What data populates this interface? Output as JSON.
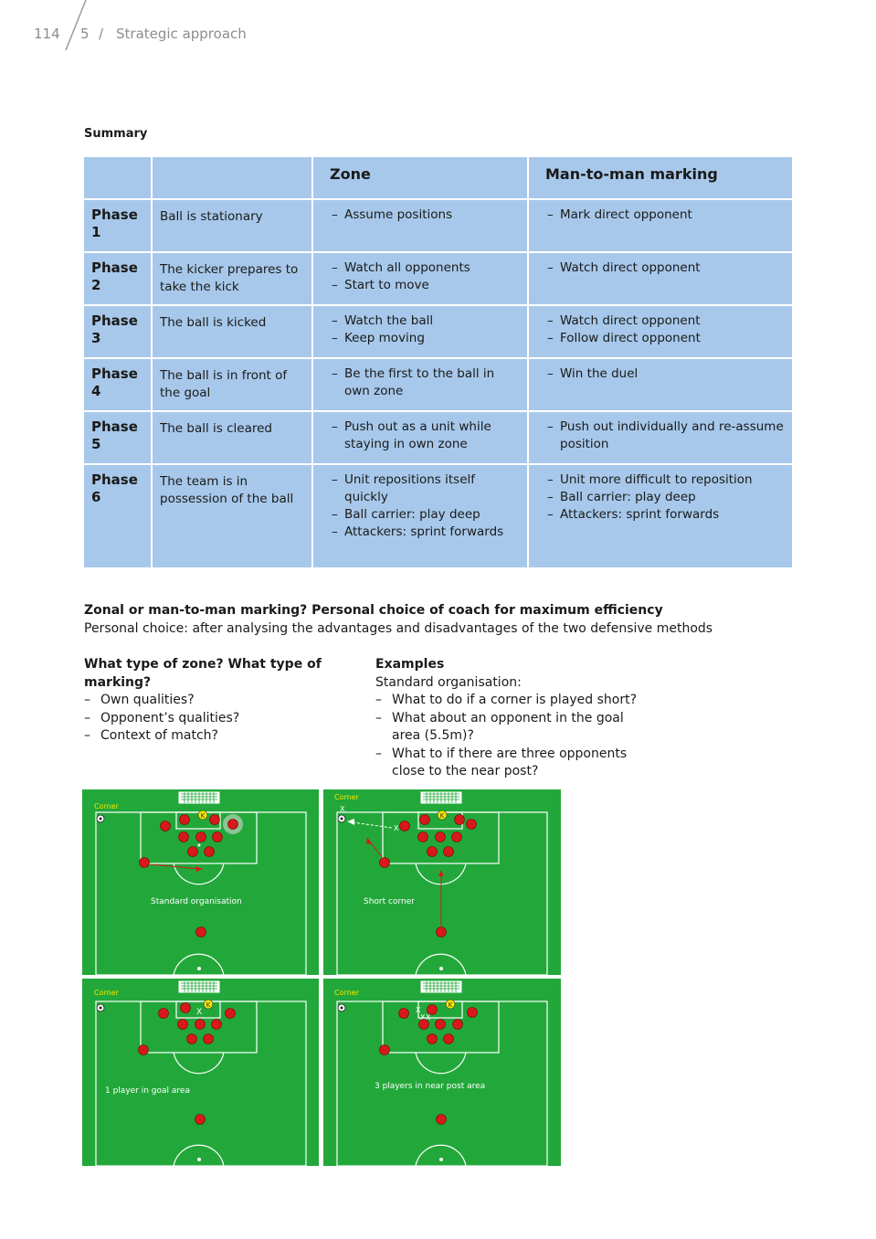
{
  "header": {
    "page_number": "114",
    "chapter": "5",
    "separator": "/",
    "chapter_title": "Strategic approach"
  },
  "summary": {
    "label": "Summary",
    "columns": [
      "",
      "",
      "Zone",
      "Man-to-man marking"
    ],
    "rows": [
      {
        "phase": "Phase 1",
        "situation": "Ball is stationary",
        "zone": [
          "Assume positions"
        ],
        "man": [
          "Mark direct opponent"
        ]
      },
      {
        "phase": "Phase 2",
        "situation": "The kicker prepares to take the kick",
        "zone": [
          "Watch all opponents",
          "Start to move"
        ],
        "man": [
          "Watch direct opponent"
        ]
      },
      {
        "phase": "Phase 3",
        "situation": "The ball is kicked",
        "zone": [
          "Watch the ball",
          "Keep moving"
        ],
        "man": [
          "Watch direct opponent",
          "Follow direct opponent"
        ]
      },
      {
        "phase": "Phase 4",
        "situation": "The ball is in front of the goal",
        "zone": [
          "Be the first to the ball in own zone"
        ],
        "man": [
          "Win the duel"
        ]
      },
      {
        "phase": "Phase 5",
        "situation": "The ball is cleared",
        "zone": [
          "Push out as a unit while staying in own zone"
        ],
        "man": [
          "Push out individually and re-assume position"
        ]
      },
      {
        "phase": "Phase 6",
        "situation": "The team is in possession of the ball",
        "zone": [
          "Unit repositions itself quickly",
          "Ball carrier: play deep",
          "Attackers: sprint forwards"
        ],
        "man": [
          "Unit more difficult to reposition",
          "Ball carrier: play deep",
          "Attackers: sprint forwards"
        ]
      }
    ]
  },
  "zonal": {
    "title": "Zonal or man-to-man marking? Personal choice of coach for maximum efficiency",
    "subtitle": "Personal choice: after analysing the advantages and disadvantages of the two defensive methods",
    "left_heading": "What type of zone? What type of marking?",
    "left_items": [
      "Own qualities?",
      "Opponent’s qualities?",
      "Context of match?"
    ],
    "right_heading": "Examples",
    "right_intro": "Standard organisation:",
    "right_items": [
      "What to do if a corner is played short?",
      "What about an opponent in the goal area (5.5m)?",
      "What to if there are three opponents close to the near post?"
    ]
  },
  "diagrams": {
    "pitch_color": "#22a83a",
    "corner_label_color": "#f2e600",
    "player_color": "#d7191c",
    "keeper_color": "#f2e600",
    "corner_label": "Corner",
    "goalkeeper_mark": "K",
    "marker_x": "X",
    "captions": [
      "Standard organisation",
      "Short corner",
      "1 player in goal area",
      "3 players in near post area"
    ]
  }
}
